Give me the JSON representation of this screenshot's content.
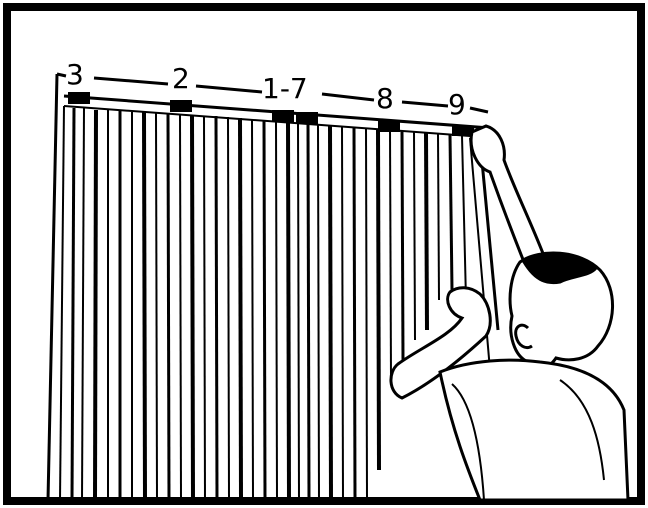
{
  "labels": {
    "n3": "3",
    "n2": "2",
    "n1_7": "1-7",
    "n8": "8",
    "n9": "9"
  },
  "colors": {
    "ink": "#000000",
    "paper": "#ffffff"
  }
}
